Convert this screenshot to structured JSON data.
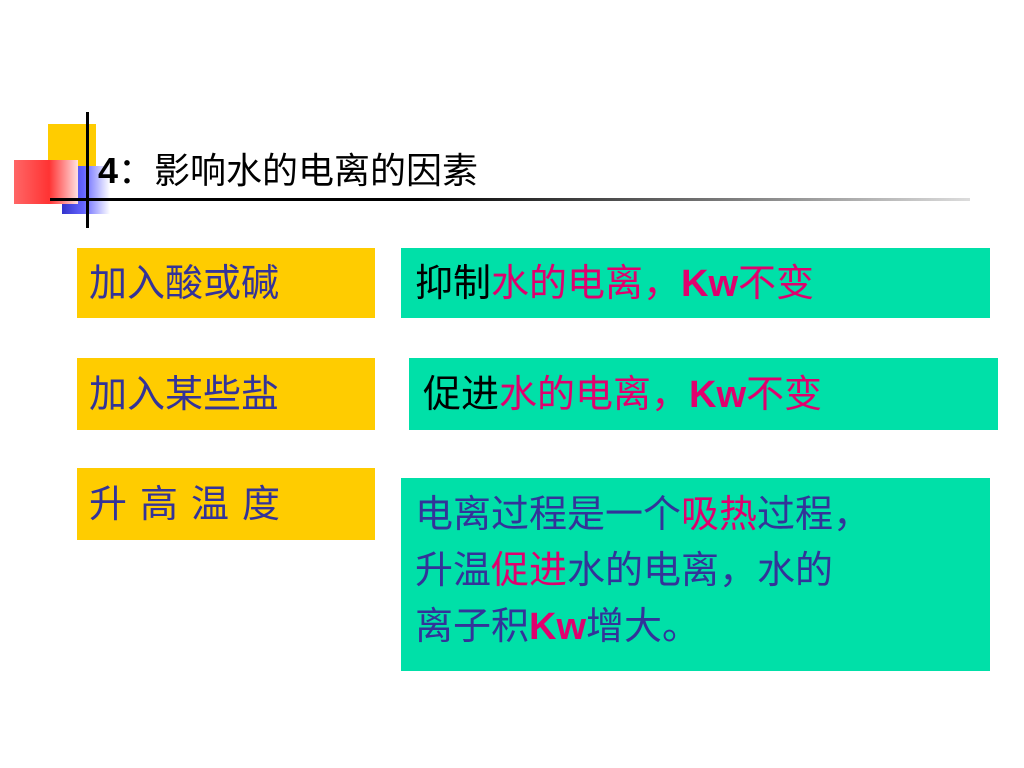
{
  "title": {
    "number": "4",
    "colon": "：",
    "text": "影响水的电离的因素"
  },
  "rows": [
    {
      "factor": "加入酸或碱",
      "effect": {
        "verb": "抑制",
        "rest": "水的电离，",
        "kw": "Kw",
        "tail": "不变"
      }
    },
    {
      "factor": "加入某些盐",
      "effect": {
        "verb": "促进",
        "rest": "水的电离，",
        "kw": "Kw",
        "tail": "不变"
      }
    },
    {
      "factor": "升高温度",
      "effect": {
        "part1": "电离过程是一个",
        "part2": "吸热",
        "part3": "过程，",
        "part4": "升温",
        "part5": "促进",
        "part6": "水的电离，水的",
        "part7": "离子积",
        "kw": "Kw",
        "part8": "增大。"
      }
    }
  ],
  "colors": {
    "yellow_box": "#ffcc00",
    "green_box": "#00e0a8",
    "navy_text": "#333399",
    "pink_text": "#e0006e"
  }
}
